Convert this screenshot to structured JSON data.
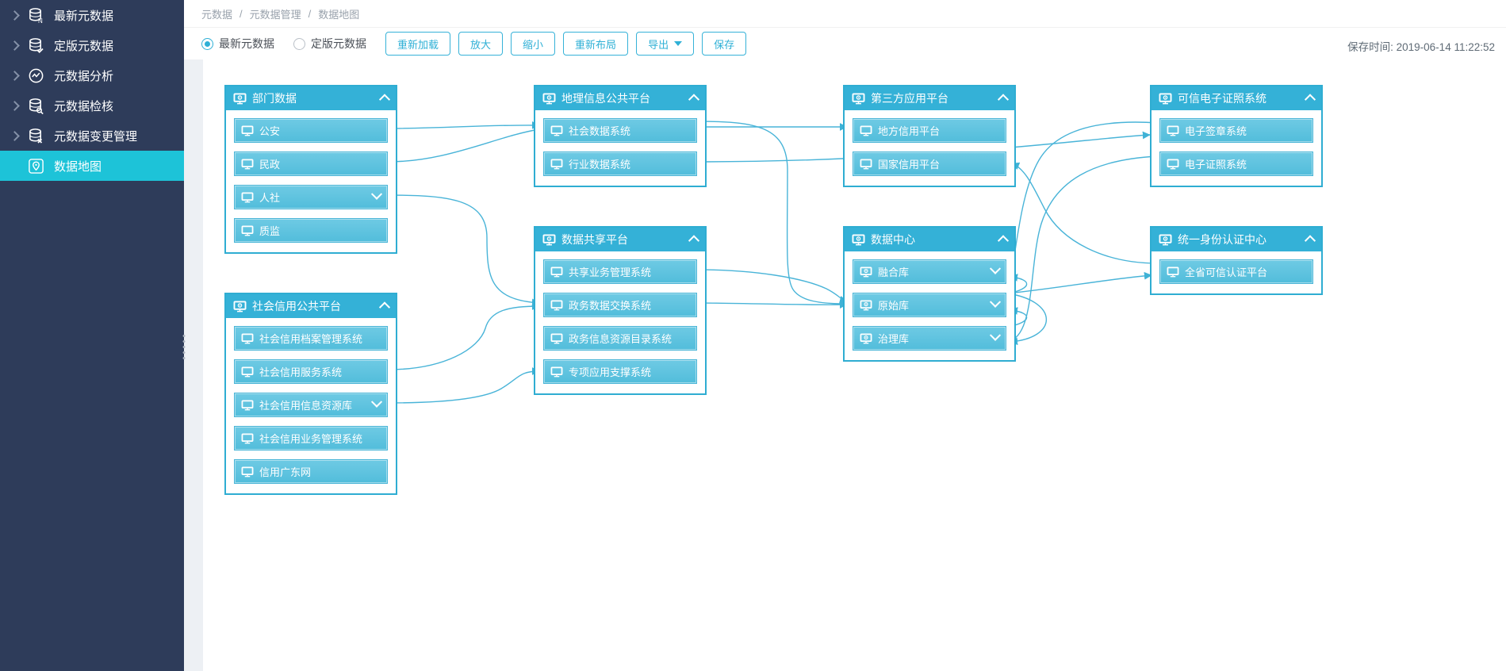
{
  "sidebar": {
    "items": [
      {
        "label": "最新元数据",
        "icon": "database-new-icon",
        "active": false
      },
      {
        "label": "定版元数据",
        "icon": "database-approved-icon",
        "active": false
      },
      {
        "label": "元数据分析",
        "icon": "analysis-icon",
        "active": false
      },
      {
        "label": "元数据检核",
        "icon": "database-inspect-icon",
        "active": false
      },
      {
        "label": "元数据变更管理",
        "icon": "database-change-icon",
        "active": false
      },
      {
        "label": "数据地图",
        "icon": "map-pin-icon",
        "active": true
      }
    ]
  },
  "breadcrumb": {
    "separator": "/",
    "items": [
      "元数据",
      "元数据管理",
      "数据地图"
    ]
  },
  "toolbar": {
    "radios": [
      {
        "label": "最新元数据",
        "selected": true
      },
      {
        "label": "定版元数据",
        "selected": false
      }
    ],
    "buttons": {
      "reload": "重新加载",
      "zoom_in": "放大",
      "zoom_out": "缩小",
      "relayout": "重新布局",
      "export": "导出",
      "save": "保存"
    },
    "save_time": "保存时间: 2019-06-14 11:22:52"
  },
  "colors": {
    "accent": "#2fb0d6",
    "sidebar_bg": "#2e3c5a",
    "sidebar_active": "#1dc3d8",
    "group_header": "#34b1d7",
    "node_fill": "#5fc6e0",
    "edge": "#49b4d8"
  },
  "diagram": {
    "groups": [
      {
        "title": "部门数据",
        "items": [
          {
            "label": "公安"
          },
          {
            "label": "民政"
          },
          {
            "label": "人社",
            "expandable": true
          },
          {
            "label": "质监"
          }
        ]
      },
      {
        "title": "社会信用公共平台",
        "items": [
          {
            "label": "社会信用档案管理系统"
          },
          {
            "label": "社会信用服务系统"
          },
          {
            "label": "社会信用信息资源库",
            "expandable": true
          },
          {
            "label": "社会信用业务管理系统"
          },
          {
            "label": "信用广东网"
          }
        ]
      },
      {
        "title": "地理信息公共平台",
        "items": [
          {
            "label": "社会数据系统"
          },
          {
            "label": "行业数据系统"
          }
        ]
      },
      {
        "title": "数据共享平台",
        "items": [
          {
            "label": "共享业务管理系统"
          },
          {
            "label": "政务数据交换系统"
          },
          {
            "label": "政务信息资源目录系统"
          },
          {
            "label": "专项应用支撑系统"
          }
        ]
      },
      {
        "title": "第三方应用平台",
        "items": [
          {
            "label": "地方信用平台"
          },
          {
            "label": "国家信用平台"
          }
        ]
      },
      {
        "title": "数据中心",
        "items": [
          {
            "label": "融合库",
            "expandable": true
          },
          {
            "label": "原始库",
            "expandable": true
          },
          {
            "label": "治理库",
            "expandable": true
          }
        ]
      },
      {
        "title": "可信电子证照系统",
        "items": [
          {
            "label": "电子签章系统"
          },
          {
            "label": "电子证照系统"
          }
        ]
      },
      {
        "title": "统一身份认证中心",
        "items": [
          {
            "label": "全省可信认证平台"
          }
        ]
      }
    ],
    "connections": [
      {
        "from": "公安",
        "to": "社会数据系统"
      },
      {
        "from": "民政",
        "to": "社会数据系统"
      },
      {
        "from": "人社",
        "to": "政务数据交换系统"
      },
      {
        "from": "社会信用服务系统",
        "to": "政务数据交换系统"
      },
      {
        "from": "社会信用信息资源库",
        "to": "专项应用支撑系统"
      },
      {
        "from": "社会数据系统",
        "to": "地方信用平台"
      },
      {
        "from": "社会数据系统",
        "to": "原始库"
      },
      {
        "from": "行业数据系统",
        "to": "电子签章系统"
      },
      {
        "from": "共享业务管理系统",
        "to": "原始库"
      },
      {
        "from": "政务数据交换系统",
        "to": "原始库"
      },
      {
        "from": "原始库",
        "to": "融合库"
      },
      {
        "from": "治理库",
        "to": "原始库"
      },
      {
        "from": "融合库",
        "to": "治理库"
      },
      {
        "from": "融合库",
        "to": "全省可信认证平台"
      },
      {
        "from": "电子签章系统",
        "to": "融合库"
      },
      {
        "from": "电子证照系统",
        "to": "治理库"
      },
      {
        "from": "全省可信认证平台",
        "to": "国家信用平台"
      }
    ]
  }
}
